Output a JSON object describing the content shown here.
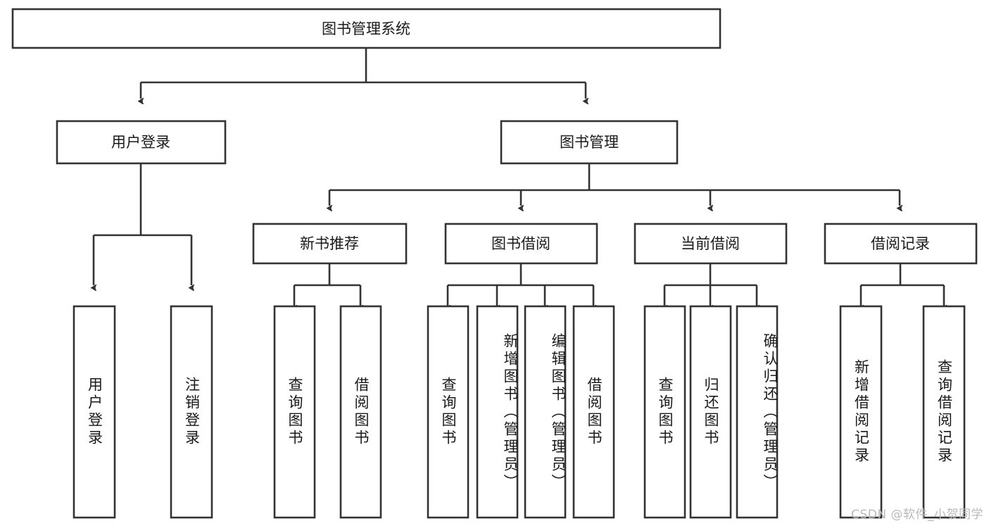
{
  "diagram": {
    "title": "图书管理系统",
    "type": "tree-hierarchy-diagram",
    "orientation": "top-down",
    "watermark": "CSDN @软件_小贺同学",
    "colors": {
      "box_stroke": "#333333",
      "box_fill": "#ffffff",
      "text": "#1a1a1a",
      "background": "#ffffff",
      "watermark": "#b9b9b9"
    },
    "root": {
      "label": "图书管理系统",
      "orientation": "horizontal"
    },
    "level2": [
      {
        "label": "用户登录",
        "orientation": "horizontal"
      },
      {
        "label": "图书管理",
        "orientation": "horizontal"
      }
    ],
    "level3": [
      {
        "label": "新书推荐",
        "orientation": "horizontal",
        "parent": "图书管理"
      },
      {
        "label": "图书借阅",
        "orientation": "horizontal",
        "parent": "图书管理"
      },
      {
        "label": "当前借阅",
        "orientation": "horizontal",
        "parent": "图书管理"
      },
      {
        "label": "借阅记录",
        "orientation": "horizontal",
        "parent": "图书管理"
      }
    ],
    "leaves": {
      "user_login": [
        {
          "label": "用户登录",
          "orientation": "vertical"
        },
        {
          "label": "注销登录",
          "orientation": "vertical"
        }
      ],
      "new_book_recommend": [
        {
          "label": "查询图书",
          "orientation": "vertical"
        },
        {
          "label": "借阅图书",
          "orientation": "vertical"
        }
      ],
      "book_borrow": [
        {
          "label": "查询图书",
          "orientation": "vertical"
        },
        {
          "label": "新增图书（管理员）",
          "orientation": "vertical"
        },
        {
          "label": "编辑图书（管理员）",
          "orientation": "vertical"
        },
        {
          "label": "借阅图书",
          "orientation": "vertical"
        }
      ],
      "current_borrow": [
        {
          "label": "查询图书",
          "orientation": "vertical"
        },
        {
          "label": "归还图书",
          "orientation": "vertical"
        },
        {
          "label": "确认归还（管理员）",
          "orientation": "vertical"
        }
      ],
      "borrow_record": [
        {
          "label": "新增借阅记录",
          "orientation": "vertical"
        },
        {
          "label": "查询借阅记录",
          "orientation": "vertical"
        }
      ]
    }
  }
}
